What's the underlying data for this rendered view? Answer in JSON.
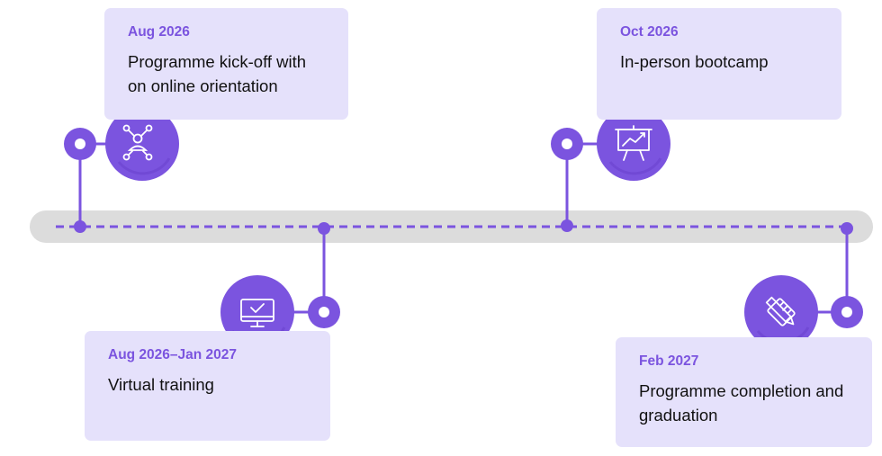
{
  "colors": {
    "accent": "#7b54df",
    "card_bg": "#e5e1fb",
    "track": "#dcdcdc",
    "text": "#111111"
  },
  "milestones": [
    {
      "date": "Aug 2026",
      "description": "Programme kick-off with on online orientation",
      "icon": "network-people-icon",
      "side": "above"
    },
    {
      "date": "Aug 2026–Jan 2027",
      "description": "Virtual training",
      "icon": "monitor-check-icon",
      "side": "below"
    },
    {
      "date": "Oct 2026",
      "description": "In-person bootcamp",
      "icon": "presentation-board-icon",
      "side": "above"
    },
    {
      "date": "Feb 2027",
      "description": "Programme completion and graduation",
      "icon": "pencil-ruler-icon",
      "side": "below"
    }
  ]
}
